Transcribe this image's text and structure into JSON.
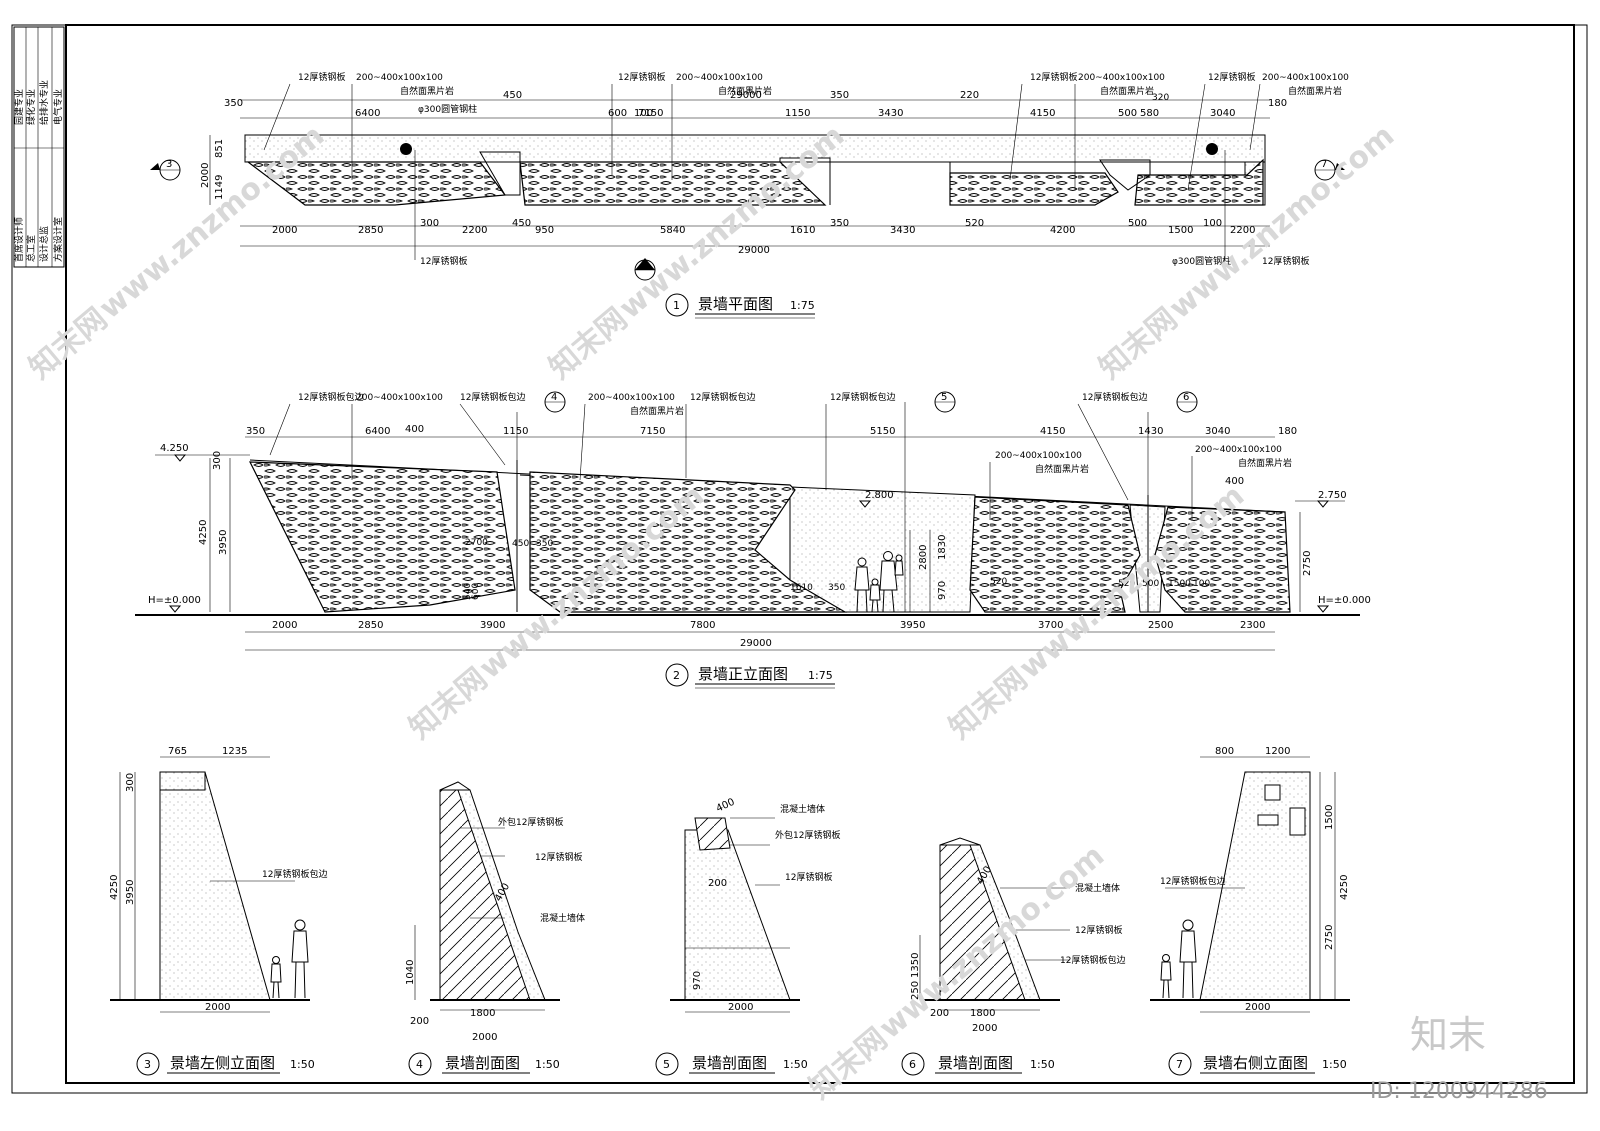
{
  "plan": {
    "title": "景墙平面图",
    "scale": "1:75",
    "num": "1",
    "top_dims": [
      "350",
      "6400",
      "450",
      "7150",
      "1150",
      "350",
      "3430",
      "220",
      "4150",
      "500",
      "580",
      "3040",
      "180"
    ],
    "total": "29000",
    "bottom_dims": [
      "2000",
      "2850",
      "300",
      "2200",
      "450",
      "950",
      "5840",
      "1610",
      "350",
      "3430",
      "520",
      "4200",
      "500",
      "1500",
      "100",
      "2200"
    ],
    "side_dims": [
      "851",
      "2000",
      "1149"
    ],
    "labels": {
      "steel12": "12厚锈钢板",
      "stone": "200~400x100x100",
      "natural": "自然面黑片岩",
      "pipe": "φ300圆管钢柱",
      "d600": "600",
      "d100": "100",
      "d320": "320"
    },
    "markers": [
      "3",
      "7",
      "2"
    ]
  },
  "elevation": {
    "title": "景墙正立面图",
    "scale": "1:75",
    "num": "2",
    "top_dims": [
      "350",
      "6400",
      "1150",
      "7150",
      "5150",
      "4150",
      "1430",
      "3040",
      "180"
    ],
    "bottom_dims": [
      "2000",
      "2850",
      "3900",
      "7800",
      "3950",
      "3700",
      "2500",
      "2300"
    ],
    "total": "29000",
    "levels": [
      "4.250",
      "H=±0.000",
      "2.800",
      "2.750",
      "H=±0.000"
    ],
    "side_dims": [
      "300",
      "4250",
      "3950",
      "2800",
      "1830",
      "970",
      "2750"
    ],
    "labels": {
      "wrap": "12厚锈钢板包边",
      "stone": "200~400x100x100",
      "natural": "自然面黑片岩",
      "d400": "400"
    },
    "inner": [
      "2700",
      "450",
      "350",
      "540",
      "600",
      "1610",
      "350",
      "520",
      "1500",
      "100",
      "500",
      "520"
    ],
    "markers": [
      "4",
      "5",
      "6"
    ]
  },
  "sections": [
    {
      "num": "3",
      "title": "景墙左侧立面图",
      "scale": "1:50",
      "dims": [
        "765",
        "1235",
        "300",
        "4250",
        "3950",
        "2000"
      ],
      "label": "12厚锈钢板包边"
    },
    {
      "num": "4",
      "title": "景墙剖面图",
      "scale": "1:50",
      "dims": [
        "1800",
        "200",
        "1040",
        "400",
        "2000"
      ],
      "labels": [
        "外包12厚锈钢板",
        "12厚锈钢板",
        "混凝土墙体"
      ]
    },
    {
      "num": "5",
      "title": "景墙剖面图",
      "scale": "1:50",
      "dims": [
        "400",
        "200",
        "970",
        "2000"
      ],
      "labels": [
        "混凝土墙体",
        "外包12厚锈钢板",
        "12厚锈钢板"
      ]
    },
    {
      "num": "6",
      "title": "景墙剖面图",
      "scale": "1:50",
      "dims": [
        "400",
        "1350",
        "250",
        "200",
        "1800",
        "2000"
      ],
      "labels": [
        "混凝土墙体",
        "12厚锈钢板",
        "12厚锈钢板包边"
      ]
    },
    {
      "num": "7",
      "title": "景墙右侧立面图",
      "scale": "1:50",
      "dims": [
        "800",
        "1200",
        "1500",
        "4250",
        "2750",
        "2000"
      ],
      "label": "12厚锈钢板包边"
    }
  ],
  "titleblock": [
    "园建专业",
    "绿化专业",
    "给排水专业",
    "电气专业",
    "首席设计师",
    "总工室",
    "设计总监",
    "方案设计室"
  ],
  "watermark": {
    "site": "www.znzmo.com",
    "brand": "知末网",
    "logo": "知末",
    "id": "ID: 1200944286"
  }
}
